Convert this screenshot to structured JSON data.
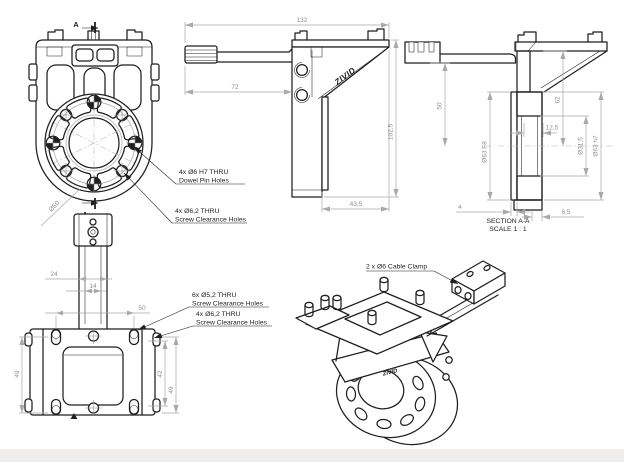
{
  "page": {
    "background": "#ffffff",
    "footer_color": "#efeeec"
  },
  "drawing": {
    "ink_color": "#1f1f1f",
    "dim_color": "#a9a9a9",
    "brand": "ZIVID",
    "front_view": {
      "section_label": "A",
      "bolt_circle_dim": "Ø50",
      "callout_dowel": {
        "line1": "4x Ø6 H7 THRU",
        "line2": "Dowel Pin Holes"
      },
      "callout_screw": {
        "line1": "4x Ø6,2 THRU",
        "line2": "Screw Clearance Holes"
      }
    },
    "side_view": {
      "logo": "ZIVID",
      "dim_width": "132",
      "dim_arm": "72",
      "dim_height": "102,5",
      "dim_base": "43,5"
    },
    "section_view": {
      "title": "SECTION A-A",
      "scale": "SCALE 1 : 1",
      "dim_50": "50",
      "dim_62": "62",
      "dim_12_5": "12,5",
      "dim_bore": "Ø31,5",
      "dim_outer": "Ø63 h7",
      "dim_fit": "Ø63 F8",
      "dim_4": "4",
      "dim_6_5": "6,5"
    },
    "bottom_view": {
      "dim_24": "24",
      "dim_14": "14",
      "dim_50": "50",
      "dim_49_left": "49",
      "dim_42": "42",
      "dim_49_right": "49",
      "callout_6": {
        "line1": "6x Ø5,2 THRU",
        "line2": "Screw Clearance Holes"
      },
      "callout_4": {
        "line1": "4x Ø6,2 THRU",
        "line2": "Screw Clearance Holes"
      }
    },
    "iso_view": {
      "logo": "ZIVID",
      "callout": "2 x Ø6 Cable Clamp"
    }
  }
}
